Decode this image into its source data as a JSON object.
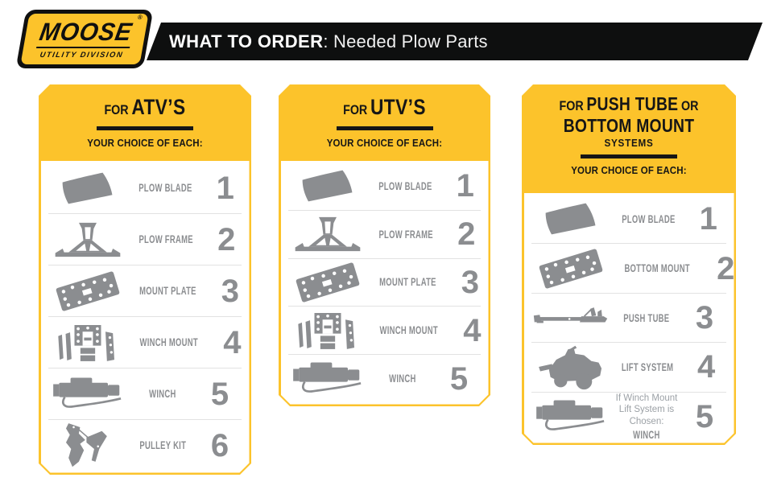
{
  "colors": {
    "brand_yellow": "#FCC32B",
    "banner_black": "#0E0F0F",
    "part_gray": "#8B8D90",
    "note_gray": "#9CA1A6",
    "divider_gray": "#E2E2E2",
    "text_black": "#161616",
    "white": "#FFFFFF"
  },
  "logo": {
    "brand": "MOOSE",
    "registered": "®",
    "division": "UTILITY DIVISION"
  },
  "banner": {
    "title": "WHAT TO ORDER",
    "subtitle": ": Needed Plow Parts"
  },
  "cards": [
    {
      "title_prefix": "FOR",
      "title": "ATV’S",
      "subtitle": "YOUR CHOICE OF EACH:",
      "rows": [
        {
          "icon": "plow-blade-icon",
          "label": "PLOW BLADE",
          "number": "1"
        },
        {
          "icon": "plow-frame-icon",
          "label": "PLOW FRAME",
          "number": "2"
        },
        {
          "icon": "mount-plate-icon",
          "label": "MOUNT PLATE",
          "number": "3"
        },
        {
          "icon": "winch-mount-icon",
          "label": "WINCH MOUNT",
          "number": "4"
        },
        {
          "icon": "winch-icon",
          "label": "WINCH",
          "number": "5"
        },
        {
          "icon": "pulley-kit-icon",
          "label": "PULLEY KIT",
          "number": "6"
        }
      ]
    },
    {
      "title_prefix": "FOR",
      "title": "UTV’S",
      "subtitle": "YOUR CHOICE OF EACH:",
      "rows": [
        {
          "icon": "plow-blade-icon",
          "label": "PLOW BLADE",
          "number": "1"
        },
        {
          "icon": "plow-frame-icon",
          "label": "PLOW FRAME",
          "number": "2"
        },
        {
          "icon": "mount-plate-icon",
          "label": "MOUNT PLATE",
          "number": "3"
        },
        {
          "icon": "winch-mount-icon",
          "label": "WINCH MOUNT",
          "number": "4"
        },
        {
          "icon": "winch-icon",
          "label": "WINCH",
          "number": "5"
        }
      ]
    },
    {
      "title_line1_prefix": "FOR",
      "title_line1": "PUSH TUBE",
      "title_line1_suffix": "OR",
      "title_line2": "BOTTOM MOUNT",
      "title_line3": "SYSTEMS",
      "subtitle": "YOUR CHOICE OF EACH:",
      "rows": [
        {
          "icon": "plow-blade-icon",
          "label": "PLOW BLADE",
          "number": "1"
        },
        {
          "icon": "bottom-mount-icon",
          "label": "BOTTOM MOUNT",
          "number": "2"
        },
        {
          "icon": "push-tube-icon",
          "label": "PUSH TUBE",
          "number": "3"
        },
        {
          "icon": "lift-system-icon",
          "label": "LIFT SYSTEM",
          "number": "4"
        },
        {
          "icon": "winch-icon",
          "note": "If Winch Mount Lift System is Chosen:",
          "label": "WINCH",
          "number": "5"
        }
      ]
    }
  ]
}
